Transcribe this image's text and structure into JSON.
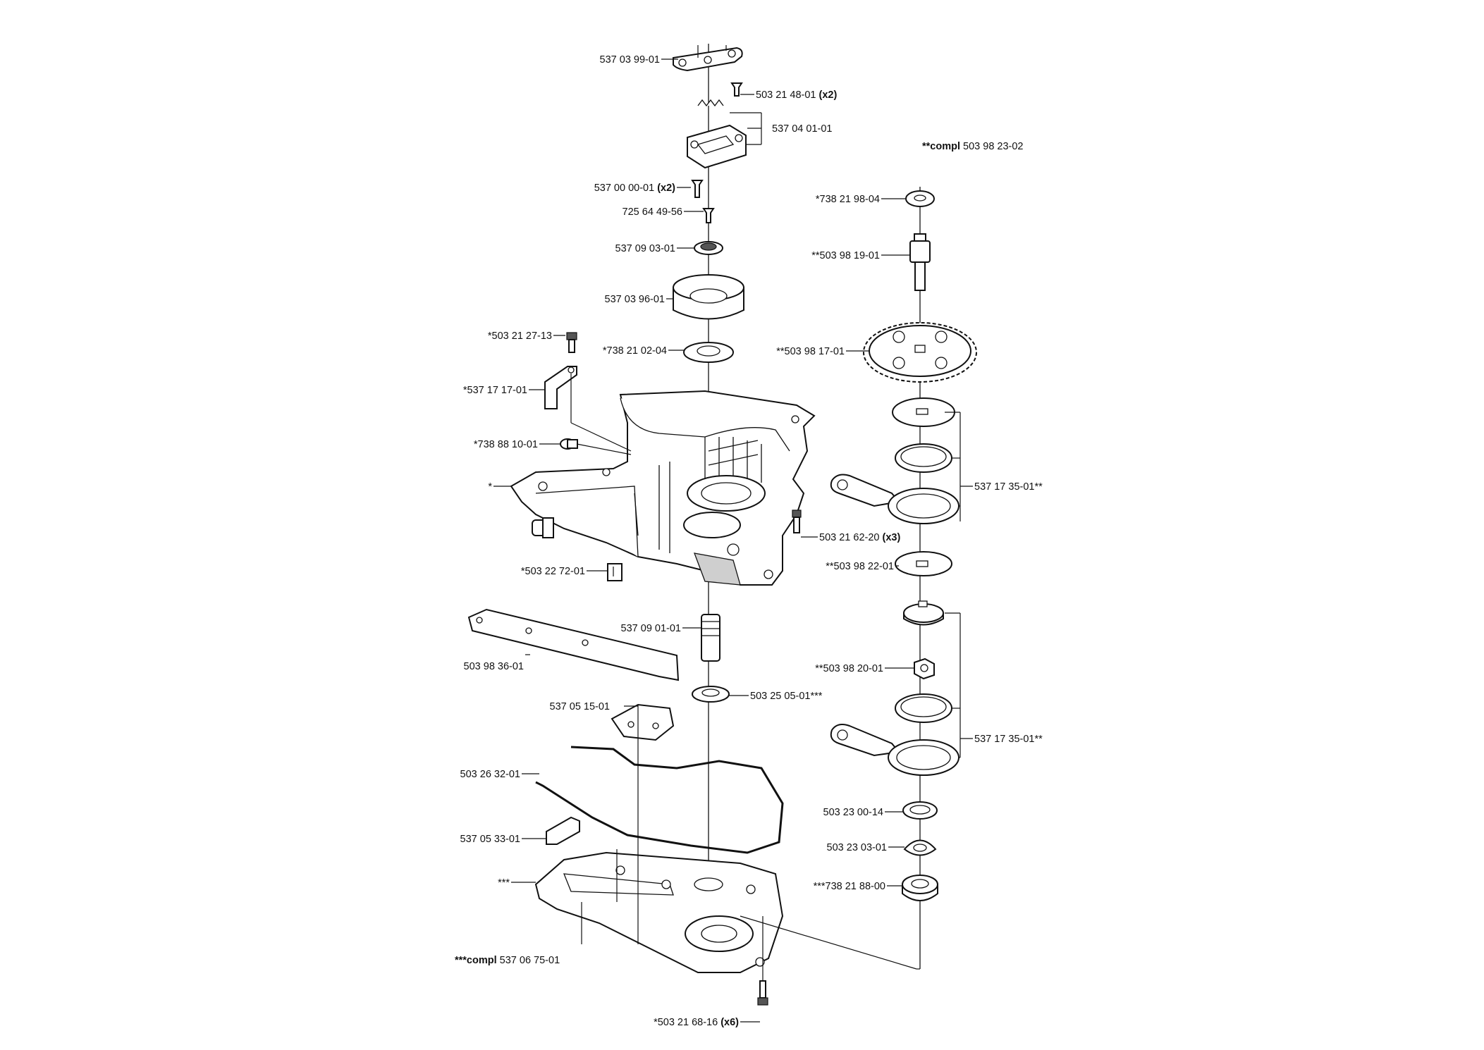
{
  "labels": {
    "p537_03_99_01": "537 03 99-01",
    "p503_21_48_01": "503 21 48-01",
    "p503_21_48_01_qty": "(x2)",
    "p537_04_01_01": "537 04 01-01",
    "p537_00_00_01": "537 00 00-01",
    "p537_00_00_01_qty": "(x2)",
    "p725_64_49_56": "725 64 49-56",
    "p537_09_03_01": "537 09 03-01",
    "p537_03_96_01": "537 03 96-01",
    "p503_21_27_13": "*503 21 27-13",
    "p738_21_02_04": "*738 21 02-04",
    "p537_17_17_01": "*537 17 17-01",
    "p738_88_10_01": "*738 88 10-01",
    "p_star": "*",
    "p503_22_72_01": "*503 22 72-01",
    "p503_21_62_20": "503 21 62-20",
    "p503_21_62_20_qty": "(x3)",
    "p503_98_22_01": "**503 98 22-01",
    "p537_09_01_01": "537 09 01-01",
    "p503_98_36_01": "503 98 36-01",
    "p503_25_05_01": "503 25 05-01***",
    "p537_05_15_01": "537 05 15-01",
    "p503_26_32_01": "503 26 32-01",
    "p537_05_33_01": "537 05 33-01",
    "p_star3": "***",
    "compl_537_06_75_01_prefix": "***compl",
    "compl_537_06_75_01": "537 06 75-01",
    "p503_21_68_16": "*503 21 68-16",
    "p503_21_68_16_qty": "(x6)",
    "compl_503_98_23_02_prefix": "**compl",
    "compl_503_98_23_02": "503 98 23-02",
    "p738_21_98_04": "*738 21 98-04",
    "p503_98_19_01": "**503 98 19-01",
    "p503_98_17_01": "**503 98 17-01",
    "p537_17_35_01_a": "537 17 35-01**",
    "p503_98_20_01": "**503 98 20-01",
    "p537_17_35_01_b": "537 17 35-01**",
    "p503_23_00_14": "503 23 00-14",
    "p503_23_03_01": "503 23 03-01",
    "p738_21_88_00": "***738 21 88-00"
  }
}
